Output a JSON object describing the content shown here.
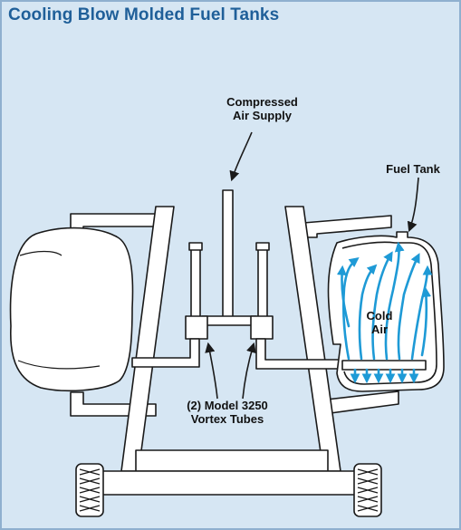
{
  "title": "Cooling Blow Molded Fuel Tanks",
  "labels": {
    "air_supply": [
      "Compressed",
      "Air Supply"
    ],
    "fuel_tank": "Fuel Tank",
    "cold_air": [
      "Cold",
      "Air"
    ],
    "vortex_tubes": [
      "(2) Model 3250",
      "Vortex Tubes"
    ]
  },
  "colors": {
    "background": "#d6e6f3",
    "title": "#1f5f99",
    "frame": "#8fb0cf",
    "line": "#1a1a1a",
    "cold_air_arrows": "#1e9ad6",
    "part_fill": "#ffffff"
  }
}
